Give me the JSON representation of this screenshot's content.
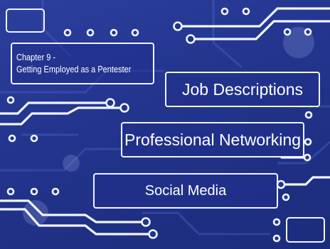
{
  "slide": {
    "chapter_line1": "Chapter 9 -",
    "chapter_line2": "Getting Employed as a Pentester",
    "topics": [
      "Job Descriptions",
      "Professional Networking",
      "Social Media"
    ]
  },
  "colors": {
    "background": "#22348c",
    "trace": "#f2f4ff"
  }
}
